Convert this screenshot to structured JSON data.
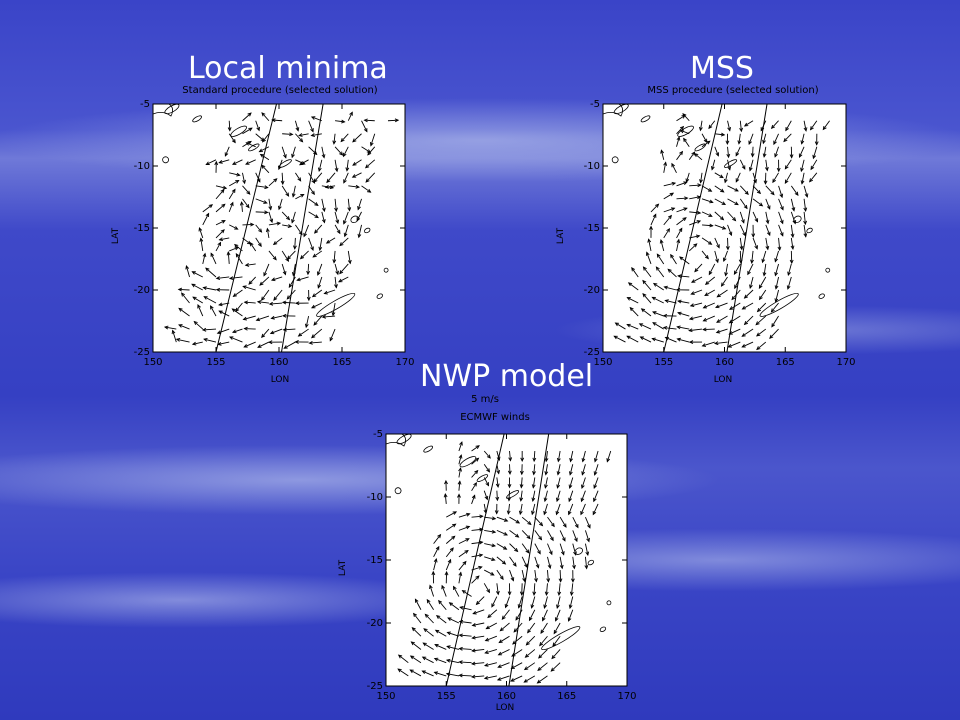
{
  "captions": {
    "local": "Local minima",
    "mss": "MSS",
    "nwp": "NWP model"
  },
  "panels": [
    {
      "id": "local",
      "title": "Standard procedure (selected solution)",
      "subtitle": "",
      "xlabel": "LON",
      "ylabel": "LAT",
      "xticks": [
        "150",
        "155",
        "160",
        "165",
        "170"
      ],
      "yticks": [
        "-5",
        "-10",
        "-15",
        "-20",
        "-25"
      ],
      "xlim": [
        150,
        170
      ],
      "ylim": [
        -25,
        -5
      ],
      "pattern": "noisy"
    },
    {
      "id": "mss",
      "title": "MSS procedure (selected solution)",
      "subtitle": "",
      "xlabel": "LON",
      "ylabel": "LAT",
      "xticks": [
        "150",
        "155",
        "160",
        "165",
        "170"
      ],
      "yticks": [
        "-5",
        "-10",
        "-15",
        "-20",
        "-25"
      ],
      "xlim": [
        150,
        170
      ],
      "ylim": [
        -25,
        -5
      ],
      "pattern": "cyclone"
    },
    {
      "id": "nwp",
      "title": "ECMWF winds",
      "subtitle": "5 m/s",
      "xlabel": "LON",
      "ylabel": "LAT",
      "xticks": [
        "150",
        "155",
        "160",
        "165",
        "170"
      ],
      "yticks": [
        "-5",
        "-10",
        "-15",
        "-20",
        "-25"
      ],
      "xlim": [
        150,
        170
      ],
      "ylim": [
        -25,
        -5
      ],
      "pattern": "smooth"
    }
  ]
}
